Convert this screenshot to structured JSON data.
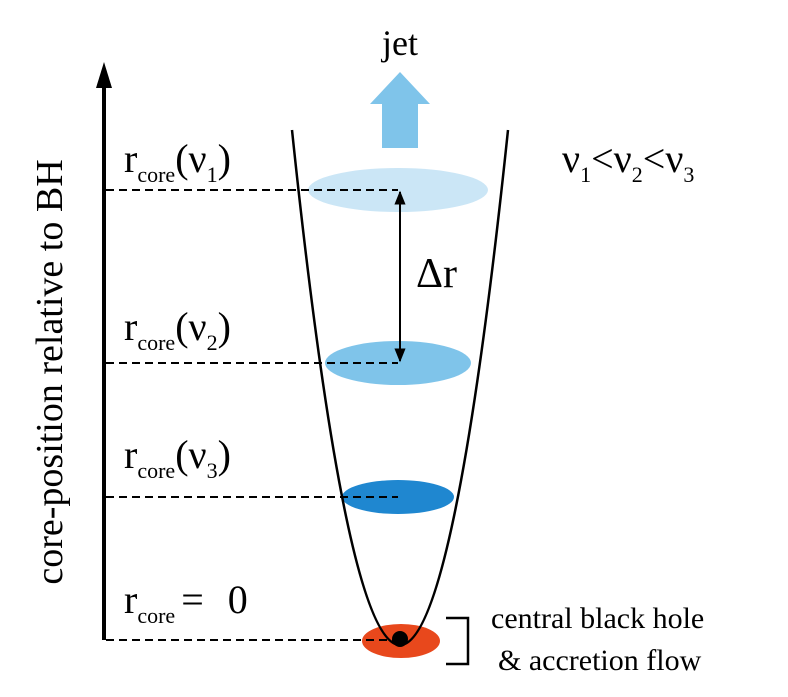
{
  "jet": {
    "label": "jet",
    "arrow_color": "#7fc4ea"
  },
  "axis": {
    "label": "core-position relative to BH"
  },
  "frequency_relation": {
    "nu": "ν",
    "lt": "<",
    "sub1": "1",
    "sub2": "2",
    "sub3": "3"
  },
  "cores": [
    {
      "r": "r",
      "sub": "core",
      "open": "(",
      "nu": "ν",
      "index": "1",
      "close": ")",
      "color": "#cbe6f6"
    },
    {
      "r": "r",
      "sub": "core",
      "open": "(",
      "nu": "ν",
      "index": "2",
      "close": ")",
      "color": "#7fc4ea"
    },
    {
      "r": "r",
      "sub": "core",
      "open": "(",
      "nu": "ν",
      "index": "3",
      "close": ")",
      "color": "#1f87d0"
    }
  ],
  "origin": {
    "r": "r",
    "sub": "core",
    "eq": "=",
    "zero": "0"
  },
  "delta": {
    "label": "Δr"
  },
  "black_hole": {
    "line1": "central black hole",
    "line2": "& accretion flow",
    "disk_color": "#e8481c",
    "hole_color": "#000000"
  }
}
